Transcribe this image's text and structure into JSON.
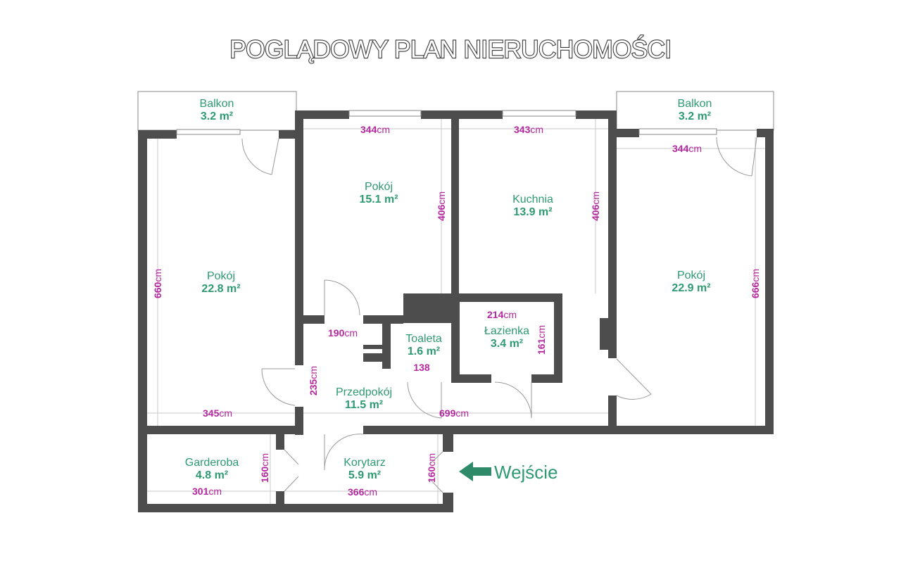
{
  "title": "POGLĄDOWY PLAN NIERUCHOMOŚCI",
  "unit": "cm",
  "entrance_label": "Wejście",
  "colors": {
    "walls": "#4d4d4d",
    "room_labels": "#2e9a72",
    "dimensions": "#b5279e",
    "entrance_arrow": "#2e8a68"
  },
  "rooms": [
    {
      "id": "balkon-left",
      "name": "Balkon",
      "area": "3.2 m²"
    },
    {
      "id": "pokoj-middle",
      "name": "Pokój",
      "area": "15.1 m²"
    },
    {
      "id": "kuchnia",
      "name": "Kuchnia",
      "area": "13.9 m²"
    },
    {
      "id": "balkon-right",
      "name": "Balkon",
      "area": "3.2 m²"
    },
    {
      "id": "pokoj-left",
      "name": "Pokój",
      "area": "22.8 m²"
    },
    {
      "id": "pokoj-right",
      "name": "Pokój",
      "area": "22.9 m²"
    },
    {
      "id": "toaleta",
      "name": "Toaleta",
      "area": "1.6 m²"
    },
    {
      "id": "lazienka",
      "name": "Łazienka",
      "area": "3.4 m²"
    },
    {
      "id": "przedpokoj",
      "name": "Przedpokój",
      "area": "11.5 m²"
    },
    {
      "id": "garderoba",
      "name": "Garderoba",
      "area": "4.8 m²"
    },
    {
      "id": "korytarz",
      "name": "Korytarz",
      "area": "5.9 m²"
    }
  ],
  "dimensions": [
    {
      "id": "pokoj-middle-width",
      "value": "344",
      "unit": "cm"
    },
    {
      "id": "kuchnia-width",
      "value": "343",
      "unit": "cm"
    },
    {
      "id": "pokoj-right-width",
      "value": "344",
      "unit": "cm"
    },
    {
      "id": "pokoj-middle-depth",
      "value": "406",
      "unit": "cm"
    },
    {
      "id": "kuchnia-depth",
      "value": "406",
      "unit": "cm"
    },
    {
      "id": "pokoj-left-depth",
      "value": "660",
      "unit": "cm"
    },
    {
      "id": "pokoj-right-depth",
      "value": "666",
      "unit": "cm"
    },
    {
      "id": "lazienka-width",
      "value": "214",
      "unit": "cm"
    },
    {
      "id": "lazienka-depth",
      "value": "161",
      "unit": "cm"
    },
    {
      "id": "hall-width",
      "value": "190",
      "unit": "cm"
    },
    {
      "id": "hall-depth",
      "value": "235",
      "unit": "cm"
    },
    {
      "id": "toaleta-width",
      "value": "138",
      "unit": ""
    },
    {
      "id": "pokoj-left-width",
      "value": "345",
      "unit": "cm"
    },
    {
      "id": "przedpokoj-length",
      "value": "699",
      "unit": "cm"
    },
    {
      "id": "garderoba-depth",
      "value": "160",
      "unit": "cm"
    },
    {
      "id": "garderoba-width",
      "value": "301",
      "unit": "cm"
    },
    {
      "id": "korytarz-width",
      "value": "366",
      "unit": "cm"
    },
    {
      "id": "korytarz-depth",
      "value": "160",
      "unit": "cm"
    }
  ]
}
